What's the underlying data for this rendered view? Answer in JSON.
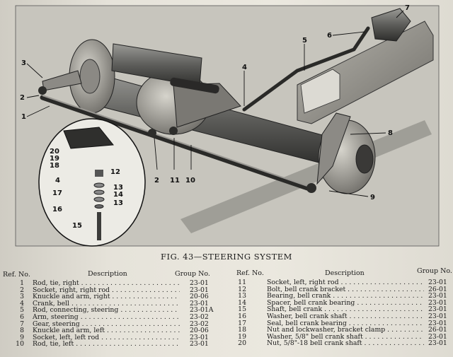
{
  "figure": {
    "caption": "FIG. 43—STEERING SYSTEM",
    "callouts": [
      "1",
      "2",
      "3",
      "4",
      "5",
      "6",
      "7",
      "8",
      "9",
      "10",
      "11",
      "2",
      "20",
      "19",
      "18",
      "12",
      "4",
      "13",
      "17",
      "14",
      "13",
      "16",
      "15"
    ]
  },
  "table": {
    "headers": {
      "ref": "Ref. No.",
      "desc": "Description",
      "group": "Group No."
    },
    "left": [
      {
        "ref": "1",
        "desc": "Rod, tie, right",
        "group": "23-01"
      },
      {
        "ref": "2",
        "desc": "Socket, right, right rod",
        "group": "23-01"
      },
      {
        "ref": "3",
        "desc": "Knuckle and arm, right",
        "group": "20-06"
      },
      {
        "ref": "4",
        "desc": "Crank, bell",
        "group": "23-01"
      },
      {
        "ref": "5",
        "desc": "Rod, connecting, steering",
        "group": "23-01A"
      },
      {
        "ref": "6",
        "desc": "Arm, steering",
        "group": "23-02"
      },
      {
        "ref": "7",
        "desc": "Gear, steering",
        "group": "23-02"
      },
      {
        "ref": "8",
        "desc": "Knuckle and arm, left",
        "group": "20-06"
      },
      {
        "ref": "9",
        "desc": "Socket, left, left rod",
        "group": "23-01"
      },
      {
        "ref": "10",
        "desc": "Rod, tie, left",
        "group": "23-01"
      }
    ],
    "right": [
      {
        "ref": "11",
        "desc": "Socket, left, right rod",
        "group": "23-01"
      },
      {
        "ref": "12",
        "desc": "Bolt, bell crank bracket",
        "group": "26-01"
      },
      {
        "ref": "13",
        "desc": "Bearing, bell crank",
        "group": "23-01"
      },
      {
        "ref": "14",
        "desc": "Spacer, bell crank bearing",
        "group": "23-01"
      },
      {
        "ref": "15",
        "desc": "Shaft, bell crank",
        "group": "23-01"
      },
      {
        "ref": "16",
        "desc": "Washer, bell crank shaft",
        "group": "23-01"
      },
      {
        "ref": "17",
        "desc": "Seal, bell crank bearing",
        "group": "23-01"
      },
      {
        "ref": "18",
        "desc": "Nut and lockwasher, bracket clamp",
        "group": "26-01"
      },
      {
        "ref": "19",
        "desc": "Washer, 5/8\" bell crank shaft",
        "group": "23-01"
      },
      {
        "ref": "20",
        "desc": "Nut, 5/8\"-18 bell crank shaft",
        "group": "23-01"
      }
    ]
  }
}
